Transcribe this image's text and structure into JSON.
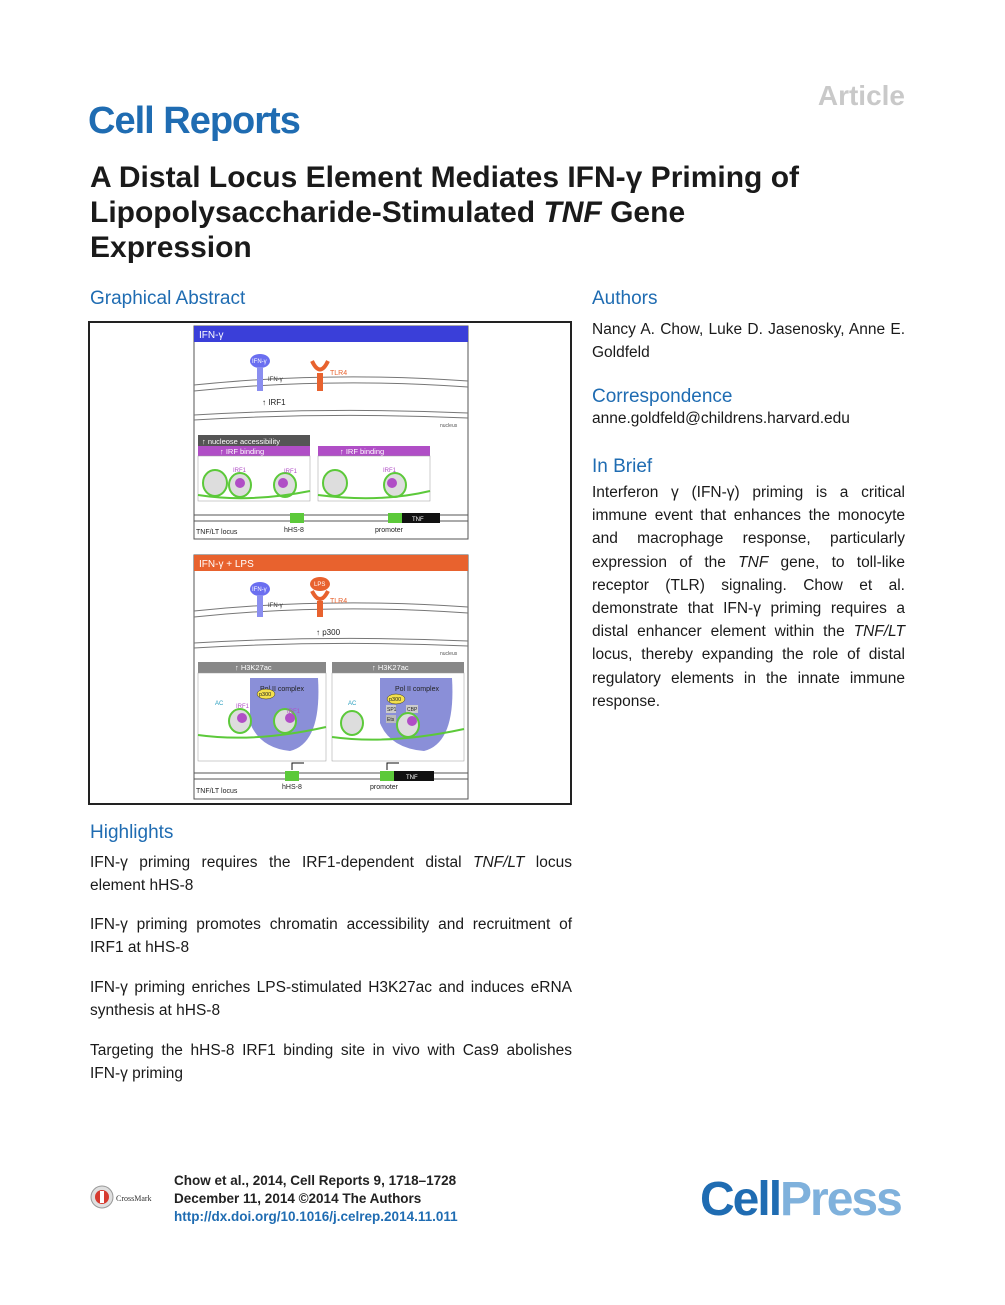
{
  "header": {
    "article_tag": "Article",
    "journal": "Cell Reports"
  },
  "title": {
    "line1": "A Distal Locus Element Mediates IFN-γ Priming of",
    "line2_pre": "Lipopolysaccharide-Stimulated ",
    "line2_italic": "TNF",
    "line2_post": " Gene",
    "line3": "Expression"
  },
  "graphical_abstract": {
    "heading": "Graphical Abstract",
    "panel1": {
      "header": "IFN-γ",
      "receptor": "IFN-γ",
      "receptor_label": "IFN-γ",
      "tlr": "TLR4",
      "arrow_label": "↑ IRF1",
      "nucleus": "nucleus",
      "accessibility": "↑ nucleose accessibility",
      "irf_binding_left": "↑ IRF binding",
      "irf_binding_right": "↑ IRF binding",
      "irf1": "IRF1",
      "locus": "TNF/LT locus",
      "hhs8": "hHS-8",
      "promoter": "promoter",
      "tnf": "TNF"
    },
    "panel2": {
      "header": "IFN-γ + LPS",
      "receptor": "IFN-γ",
      "receptor_label": "IFN-γ",
      "lps": "LPS",
      "tlr": "TLR4",
      "arrow_label": "↑ p300",
      "nucleus": "nucleus",
      "h3k27ac_left": "↑ H3K27ac",
      "h3k27ac_right": "↑ H3K27ac",
      "pol2": "Pol II complex",
      "p300": "p300",
      "ac": "AC",
      "irf1": "IRF1",
      "sp1": "SP1",
      "cbp": "CBP",
      "ets": "Ets",
      "locus": "TNF/LT locus",
      "hhs8": "hHS-8",
      "promoter": "promoter",
      "tnf": "TNF"
    }
  },
  "authors": {
    "heading": "Authors",
    "text": "Nancy A. Chow, Luke D. Jasenosky, Anne E. Goldfeld"
  },
  "correspondence": {
    "heading": "Correspondence",
    "email": "anne.goldfeld@childrens.harvard.edu"
  },
  "in_brief": {
    "heading": "In Brief",
    "p1": "Interferon γ (IFN-γ) priming is a critical immune event that enhances the monocyte and macrophage response, particularly expression of the ",
    "p1_italic": "TNF",
    "p2": " gene, to toll-like receptor (TLR) signaling. Chow et al. demonstrate that IFN-γ priming requires a distal enhancer element within the ",
    "p2_italic": "TNF/LT",
    "p3": " locus, thereby expanding the role of distal regulatory elements in the innate immune response."
  },
  "highlights": {
    "heading": "Highlights",
    "items": [
      {
        "pre": "IFN-γ priming requires the IRF1-dependent distal ",
        "italic": "TNF/LT",
        "post": " locus element hHS-8"
      },
      {
        "pre": "IFN-γ priming promotes chromatin accessibility and recruitment of IRF1 at hHS-8",
        "italic": "",
        "post": ""
      },
      {
        "pre": "IFN-γ priming enriches LPS-stimulated H3K27ac and induces eRNA synthesis at hHS-8",
        "italic": "",
        "post": ""
      },
      {
        "pre": "Targeting the hHS-8 IRF1 binding site in vivo with Cas9 abolishes IFN-γ priming",
        "italic": "",
        "post": ""
      }
    ]
  },
  "footer": {
    "citation": "Chow et al., 2014, Cell Reports 9, 1718–1728",
    "date": "December 11, 2014 ©2014 The Authors",
    "doi": "http://dx.doi.org/10.1016/j.celrep.2014.11.011",
    "crossmark": "CrossMark",
    "cellpress_a": "Cell",
    "cellpress_b": "Press"
  },
  "colors": {
    "accent": "#1f6cb2",
    "panel1_header": "#3a3fd9",
    "panel2_header": "#e8622e",
    "irf_bar": "#b04ec6",
    "green": "#5cc93a",
    "pol2": "#8a8fd8"
  }
}
